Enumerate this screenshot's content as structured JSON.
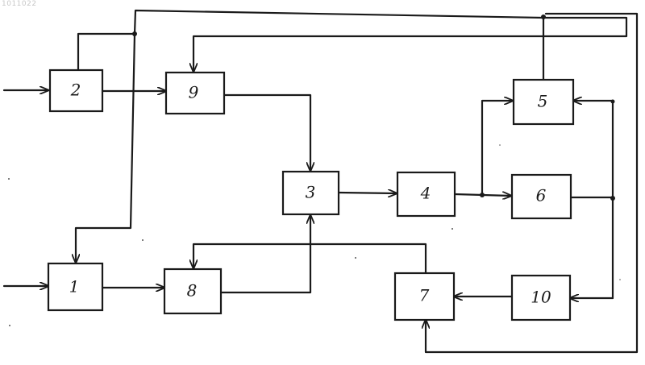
{
  "document_id": "1011022",
  "blocks": [
    {
      "id": "block-1",
      "label": "1"
    },
    {
      "id": "block-2",
      "label": "2"
    },
    {
      "id": "block-3",
      "label": "3"
    },
    {
      "id": "block-4",
      "label": "4"
    },
    {
      "id": "block-5",
      "label": "5"
    },
    {
      "id": "block-6",
      "label": "6"
    },
    {
      "id": "block-7",
      "label": "7"
    },
    {
      "id": "block-8",
      "label": "8"
    },
    {
      "id": "block-9",
      "label": "9"
    },
    {
      "id": "block-10",
      "label": "10"
    }
  ],
  "connections": [
    {
      "from": "input",
      "to": "block-2"
    },
    {
      "from": "input",
      "to": "block-1"
    },
    {
      "from": "block-2",
      "to": "block-9"
    },
    {
      "from": "block-1",
      "to": "block-8"
    },
    {
      "from": "block-9",
      "to": "block-3"
    },
    {
      "from": "block-8",
      "to": "block-3"
    },
    {
      "from": "block-3",
      "to": "block-4"
    },
    {
      "from": "block-4",
      "to": "block-5"
    },
    {
      "from": "block-4",
      "to": "block-6"
    },
    {
      "from": "block-6",
      "to": "block-5"
    },
    {
      "from": "block-6",
      "to": "block-10"
    },
    {
      "from": "block-10",
      "to": "block-7"
    },
    {
      "from": "block-7",
      "to": "block-8"
    },
    {
      "from": "block-5",
      "to": "block-9"
    },
    {
      "from": "block-5",
      "to": "block-1"
    },
    {
      "from": "block-5",
      "to": "block-7"
    }
  ],
  "colors": {
    "ink": "#1a1a1a",
    "paper": "#ffffff",
    "faint_text": "#c8c8c8"
  }
}
